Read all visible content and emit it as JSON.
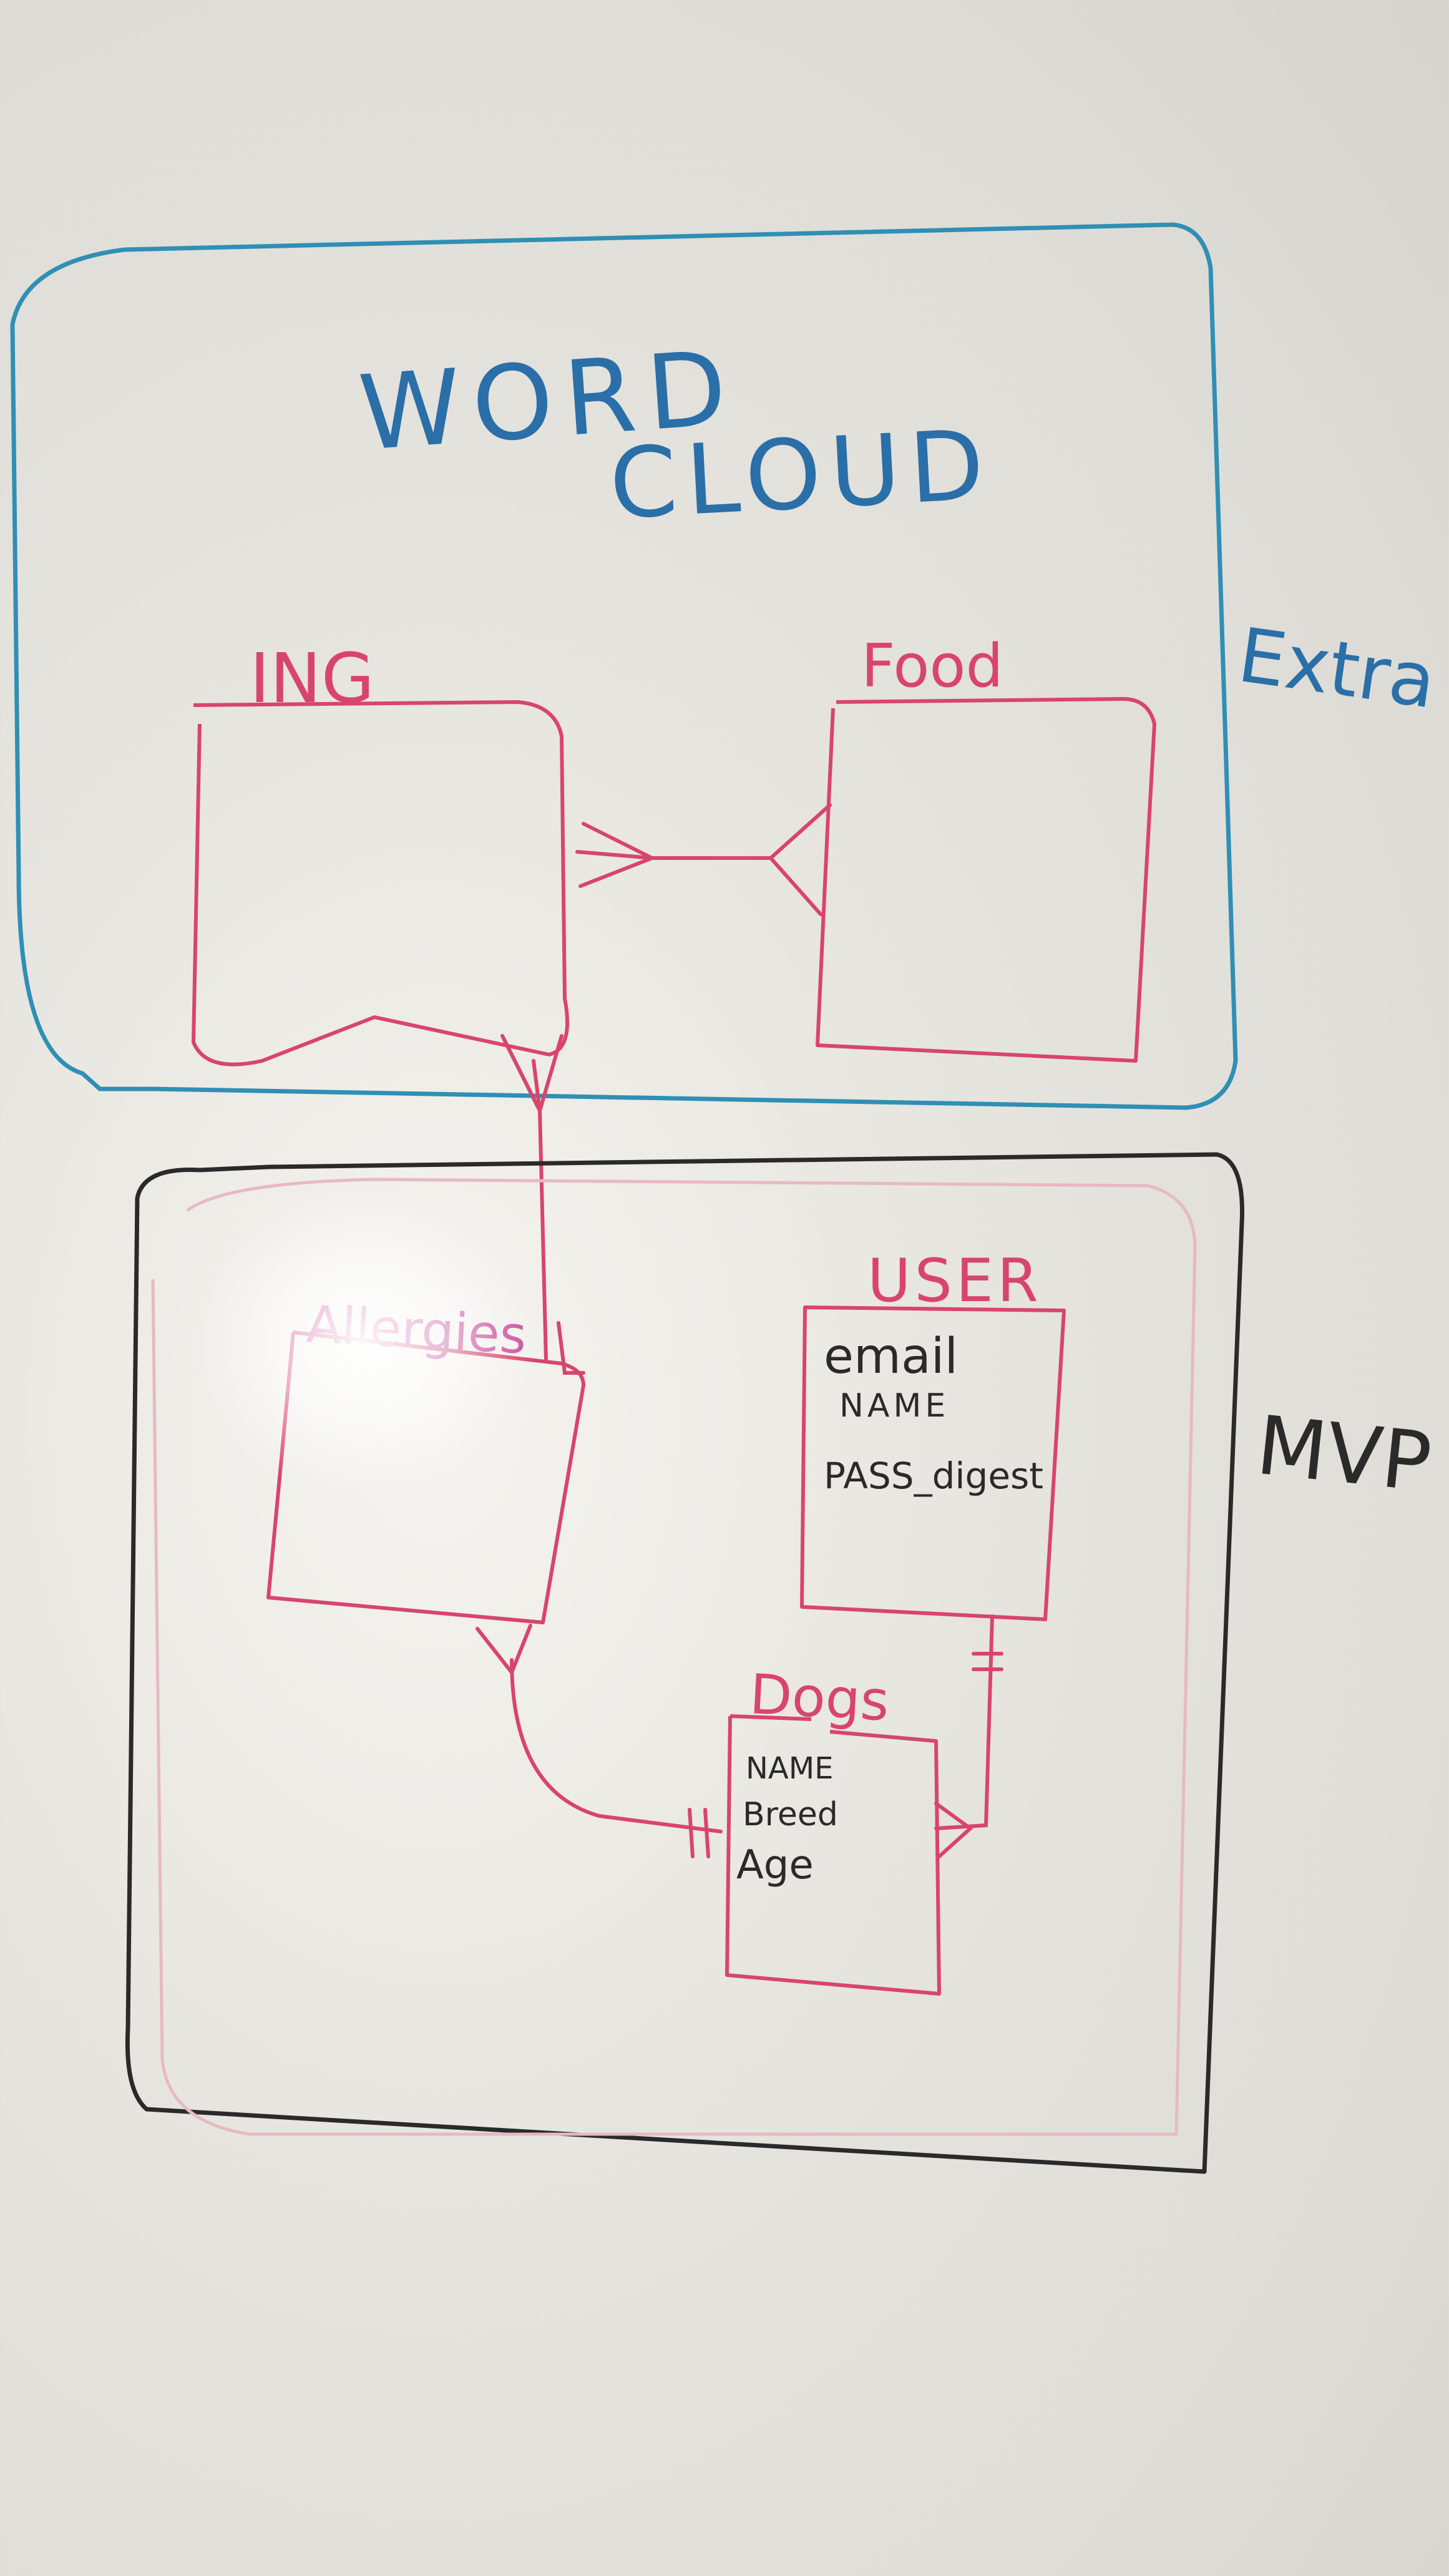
{
  "colors": {
    "blue_marker": "#2f8fb5",
    "blue_text": "#2a6fa8",
    "red_marker": "#d8456c",
    "black_marker": "#2a2a2a",
    "board": "#e4e2dc"
  },
  "regions": {
    "extra": {
      "heading_line1": "WORD",
      "heading_line2": "CLOUD",
      "label": "Extra"
    },
    "mvp": {
      "label": "MVP"
    }
  },
  "entities": {
    "ing": {
      "title": "ING",
      "fields": []
    },
    "food": {
      "title": "Food",
      "fields": []
    },
    "allergies": {
      "title": "Allergies",
      "fields": []
    },
    "user": {
      "title": "USER",
      "fields": [
        "email",
        "NAME",
        "PASS_digest"
      ]
    },
    "dogs": {
      "title": "Dogs",
      "fields": [
        "NAME",
        "Breed",
        "Age"
      ]
    }
  },
  "relationships": [
    {
      "from": "ing",
      "to": "food",
      "type": "many-to-many"
    },
    {
      "from": "ing",
      "to": "allergies",
      "type": "many-to-many"
    },
    {
      "from": "allergies",
      "to": "dogs",
      "type": "many-to-one"
    },
    {
      "from": "dogs",
      "to": "user",
      "type": "many-to-one"
    }
  ]
}
